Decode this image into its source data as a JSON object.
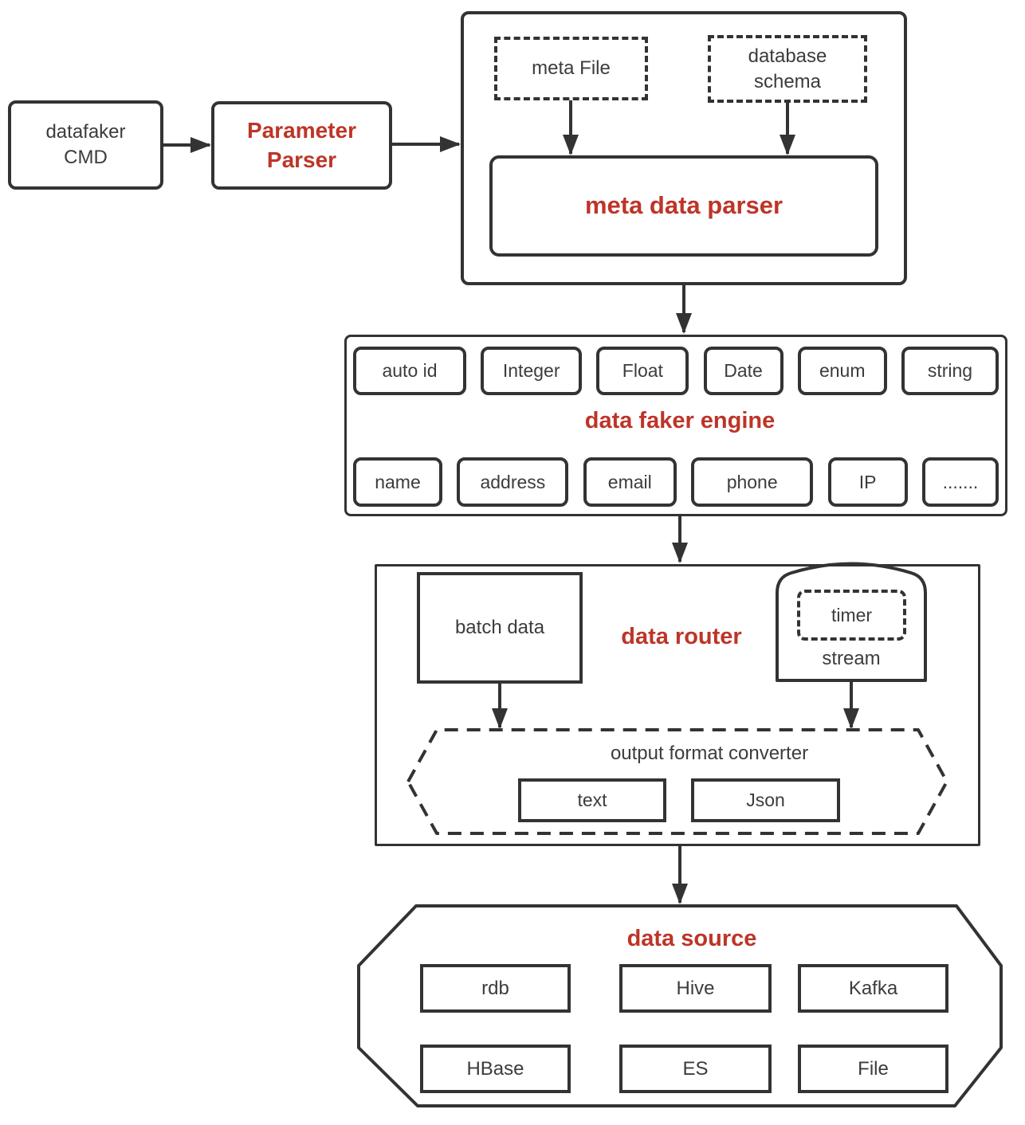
{
  "colors": {
    "accent_red": "#bd3528",
    "line": "#333333"
  },
  "nodes": {
    "cmd": {
      "label": "datafaker\nCMD"
    },
    "parameter_parser": {
      "label": "Parameter\nParser"
    },
    "meta": {
      "file": "meta File",
      "schema": "database\nschema",
      "parser": "meta data parser"
    },
    "engine": {
      "title": "data faker engine",
      "top_row": [
        "auto id",
        "Integer",
        "Float",
        "Date",
        "enum",
        "string"
      ],
      "bottom_row": [
        "name",
        "address",
        "email",
        "phone",
        "IP",
        "......."
      ]
    },
    "router": {
      "title": "data router",
      "batch": "batch data",
      "timer": "timer",
      "stream": "stream",
      "converter_title": "output format converter",
      "formats": [
        "text",
        "Json"
      ]
    },
    "source": {
      "title": "data source",
      "top_row": [
        "rdb",
        "Hive",
        "Kafka"
      ],
      "bottom_row": [
        "HBase",
        "ES",
        "File"
      ]
    }
  }
}
